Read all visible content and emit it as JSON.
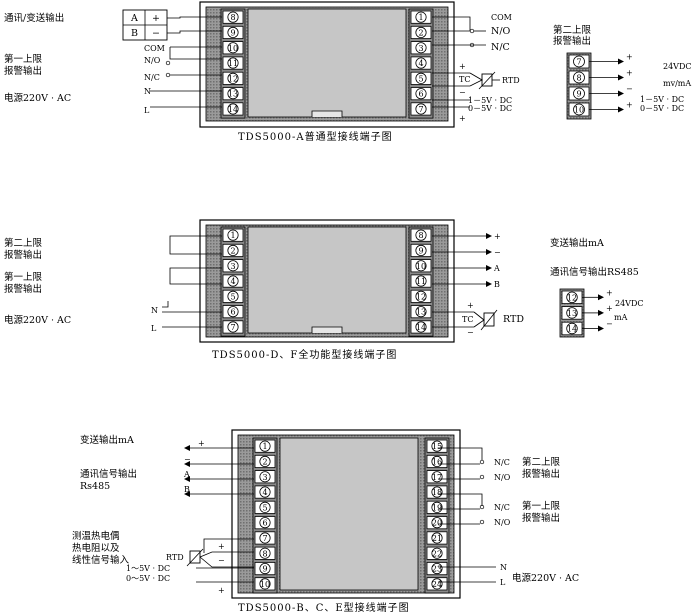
{
  "diagrams": [
    {
      "caption": "TDS5000-A普通型接线端子图",
      "left_terminals": [
        "8",
        "9",
        "10",
        "11",
        "12",
        "13",
        "14"
      ],
      "right_terminals": [
        "1",
        "2",
        "3",
        "4",
        "5",
        "6",
        "7"
      ],
      "comm_header": "通讯/变送输出",
      "comm_box": [
        [
          "A",
          "+"
        ],
        [
          "B",
          "−"
        ]
      ],
      "alarm1": [
        "第一上限",
        "报警输出"
      ],
      "alarm1_contacts": [
        "COM",
        "N/O",
        "N/C"
      ],
      "power_lines": [
        "N",
        "L"
      ],
      "power": "电源220V · AC",
      "right_contacts": [
        "COM",
        "N/O",
        "N/C"
      ],
      "rtd_label": "RTD",
      "tc_label": "TC",
      "plus": "+",
      "minus": "−",
      "input_ranges": [
        "1－5V · DC",
        "0－5V · DC"
      ],
      "aux": {
        "title": [
          "第二上限",
          "报警输出"
        ],
        "terminals": [
          "7",
          "8",
          "9",
          "10"
        ],
        "signs": [
          "+",
          "+",
          "−",
          "+"
        ],
        "v24": "24VDC",
        "mvma": "mv/mA",
        "ranges": [
          "1－5V · DC",
          "0－5V · DC"
        ]
      }
    },
    {
      "caption": "TDS5000-D、F全功能型接线端子图",
      "left_terminals": [
        "1",
        "2",
        "3",
        "4",
        "5",
        "6",
        "7"
      ],
      "right_terminals": [
        "8",
        "9",
        "10",
        "11",
        "12",
        "13",
        "14"
      ],
      "alarm2": [
        "第二上限",
        "报警输出"
      ],
      "alarm1": [
        "第一上限",
        "报警输出"
      ],
      "power_lines": [
        "N",
        "L"
      ],
      "power": "电源220V · AC",
      "right_signs": [
        "+",
        "−",
        "A",
        "B"
      ],
      "tc_label": "TC",
      "rtd_label": "RTD",
      "plus": "+",
      "minus": "−",
      "aux": {
        "t1": "变送输出mA",
        "t2": "通讯信号输出RS485",
        "terminals": [
          "12",
          "13",
          "14"
        ],
        "v24": "24VDC",
        "ma": "mA",
        "signs": [
          "+",
          "+",
          "−"
        ]
      }
    },
    {
      "caption": "TDS5000-B、C、E型接线端子图",
      "left_terminals": [
        "1",
        "2",
        "3",
        "4",
        "5",
        "6",
        "7",
        "8",
        "9",
        "10"
      ],
      "right_terminals": [
        "15",
        "16",
        "17",
        "18",
        "19",
        "20",
        "21",
        "22",
        "23",
        "24"
      ],
      "trans_out": "变送输出mA",
      "comm1": "通讯信号输出",
      "comm2": "Rs485",
      "left_signs": [
        "+",
        "−",
        "A",
        "B"
      ],
      "meas": [
        "测温热电偶",
        "热电阻以及",
        "线性信号输入"
      ],
      "rtd_label": "RTD",
      "plus": "+",
      "minus": "−",
      "input_ranges": [
        "1～5V · DC",
        "0～5V · DC"
      ],
      "alarm2": [
        "第二上限",
        "报警输出"
      ],
      "alarm1": [
        "第一上限",
        "报警输出"
      ],
      "nc": "N/C",
      "no": "N/O",
      "power_lines": [
        "N",
        "L"
      ],
      "power": "电源220V · AC"
    }
  ]
}
